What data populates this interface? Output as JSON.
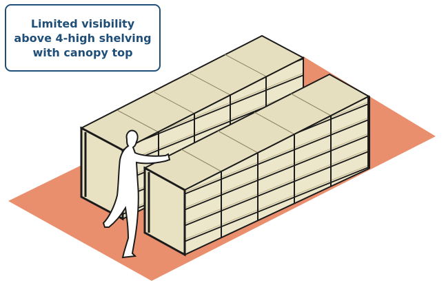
{
  "callout": {
    "text": "Limited visibility above 4-high shelving with canopy top"
  },
  "colors": {
    "floor": "#ea8f6e",
    "shelf_end": "#e8e1c2",
    "shelf_front": "#ece6ca",
    "shelf_top": "#e6dfbf",
    "board": "#d8cfaa",
    "outline": "#1b1b1b",
    "person": "#ffffff",
    "callout_border": "#1f4e79"
  },
  "scene": {
    "shelving_units": [
      "back-shelving-unit",
      "front-shelving-unit"
    ],
    "figure": "person-reaching"
  }
}
